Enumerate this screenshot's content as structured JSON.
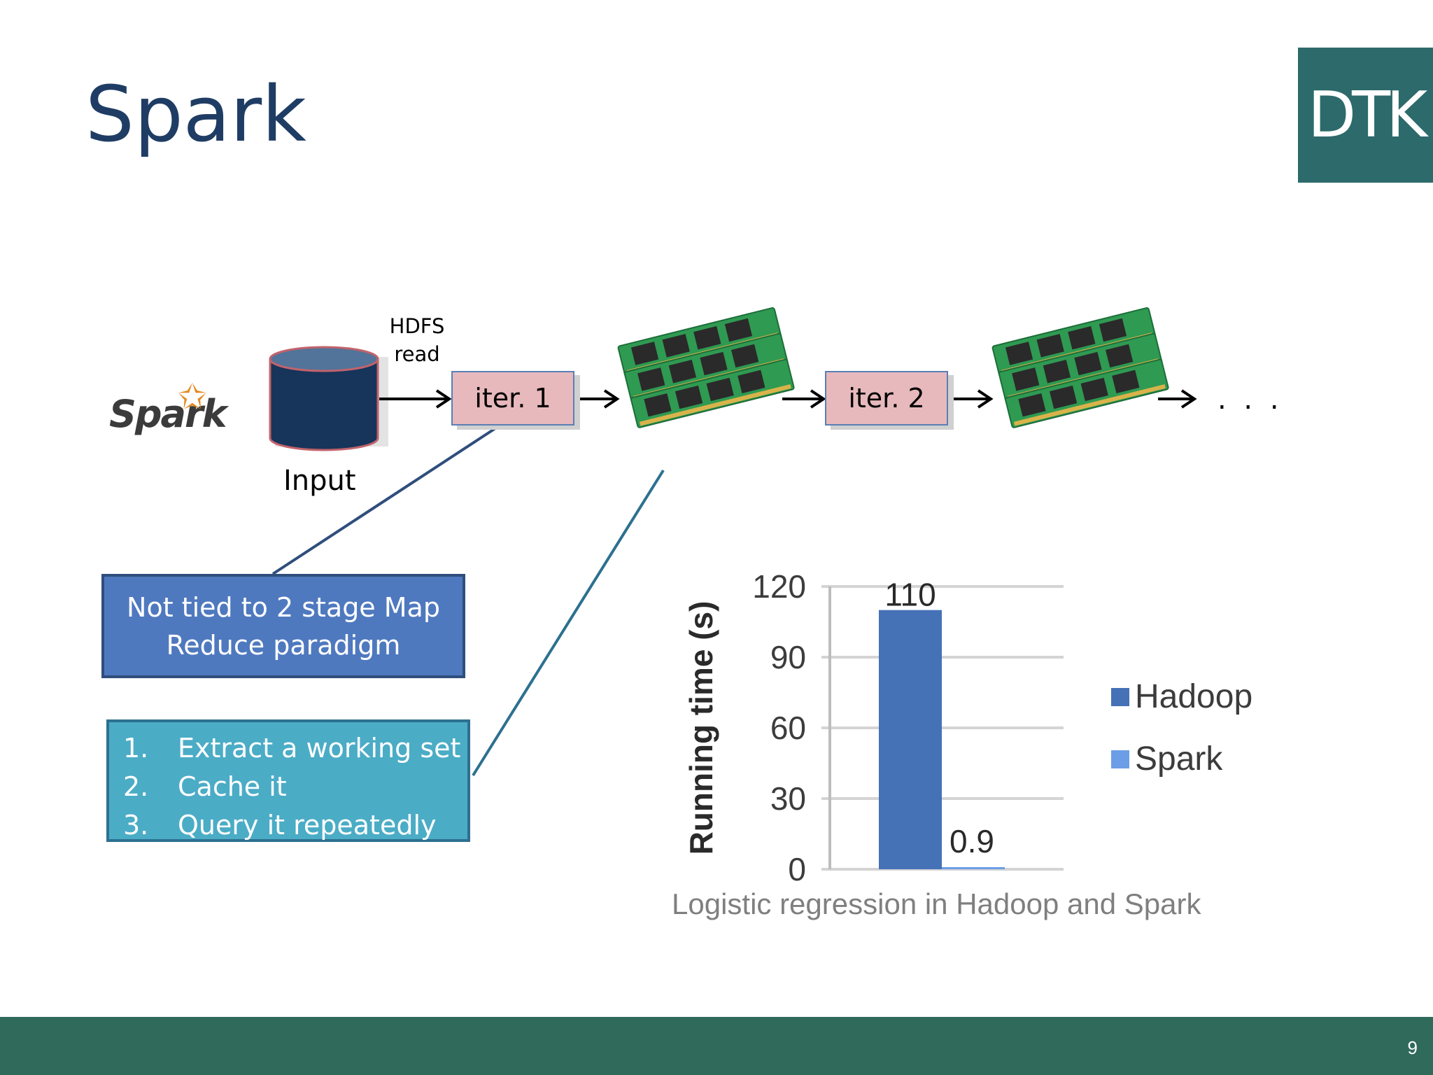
{
  "slide": {
    "title": "Spark",
    "logo_text": "DTK",
    "page_number": "9"
  },
  "diagram": {
    "spark_logo_text": "Spark",
    "input_label": "Input",
    "hdfs_label_line1": "HDFS",
    "hdfs_label_line2": "read",
    "iter1_label": "iter. 1",
    "iter2_label": "iter. 2",
    "ellipsis": ". . ."
  },
  "callouts": {
    "first_line1": "Not tied to 2 stage Map",
    "first_line2": "Reduce paradigm",
    "steps": [
      {
        "num": "1.",
        "text": "Extract a working set"
      },
      {
        "num": "2.",
        "text": "Cache it"
      },
      {
        "num": "3.",
        "text": "Query it repeatedly"
      }
    ]
  },
  "colors": {
    "title": "#1f3d64",
    "logo_bg": "#2d6a6b",
    "footer": "#2f6a5a",
    "hadoop_bar": "#4571b7",
    "spark_bar": "#6b9ee6",
    "iter_box": "#e7b9bc",
    "cylinder": "#17345a"
  },
  "chart_data": {
    "type": "bar",
    "title": "Logistic regression in Hadoop and Spark",
    "ylabel": "Running time (s)",
    "xlabel": "",
    "ylim": [
      0,
      120
    ],
    "yticks": [
      0,
      30,
      60,
      90,
      120
    ],
    "grid": true,
    "legend_position": "right",
    "series": [
      {
        "name": "Hadoop",
        "values": [
          110
        ],
        "value_label": "110"
      },
      {
        "name": "Spark",
        "values": [
          0.9
        ],
        "value_label": "0.9"
      }
    ]
  }
}
